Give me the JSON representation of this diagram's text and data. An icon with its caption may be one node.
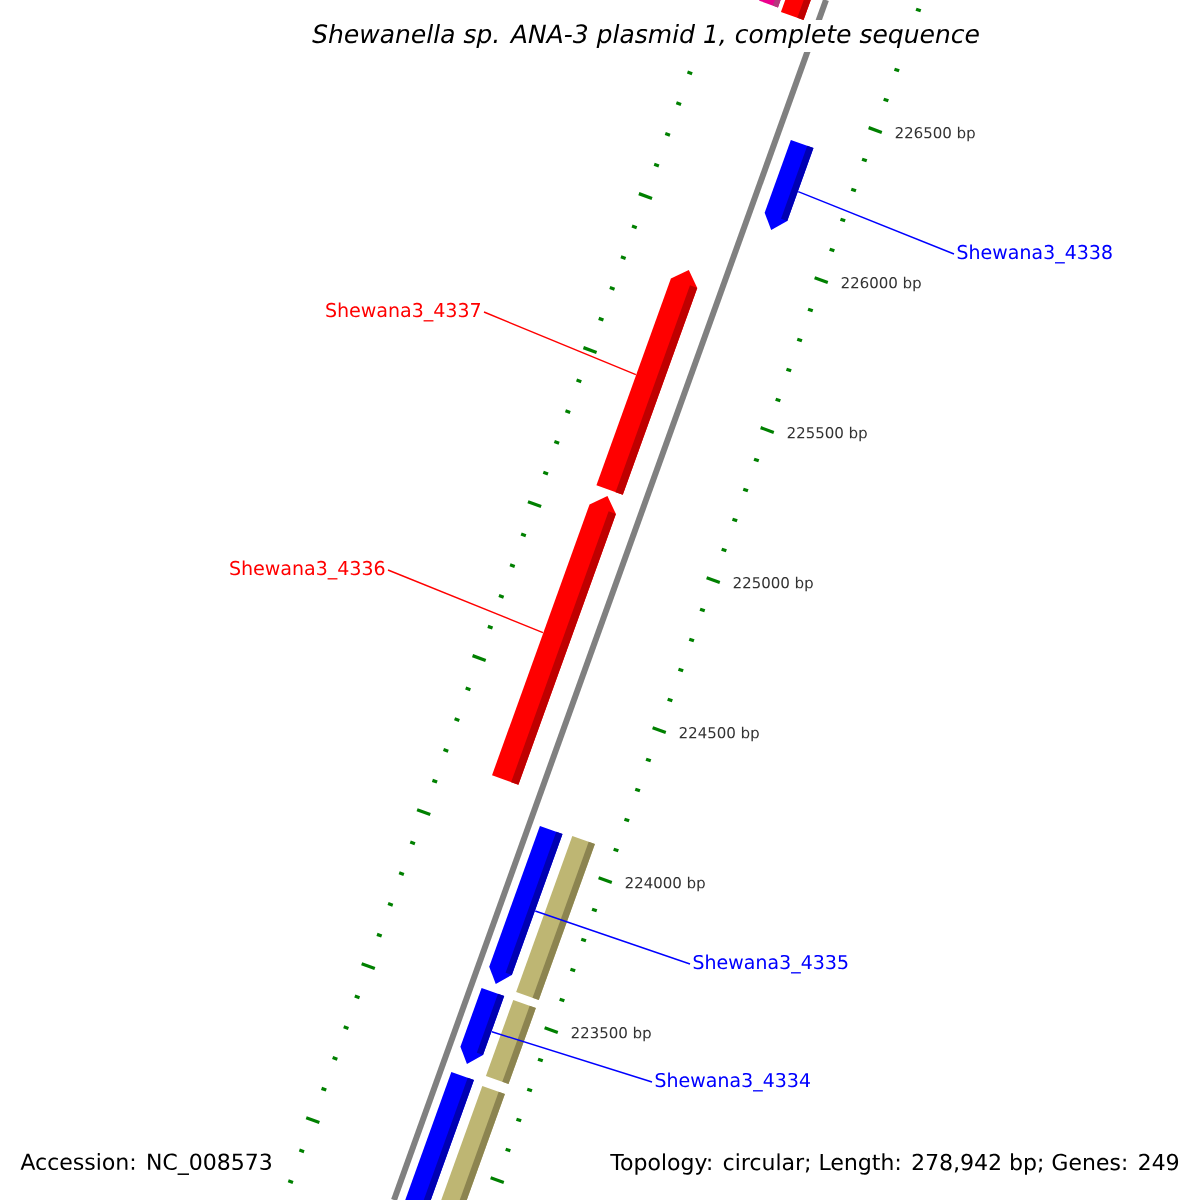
{
  "diagram": {
    "title": "*Shewanella sp.* ANA-3 plasmid 1, complete sequence",
    "nodes": [
      {
        "text": [
          "Shewana3_4338"
        ]
      },
      {
        "text": [],
        "shape": "bar"
      },
      {
        "text": [
          "Shewana3_4337"
        ]
      },
      {
        "text": [],
        "shape": "bar"
      },
      {
        "text": [
          "Shewana3_4336"
        ]
      },
      {
        "text": [],
        "shape": "bar"
      },
      {
        "text": [
          "Shewana3_4335"
        ]
      },
      {
        "text": [],
        "shape": "bar"
      },
      {
        "text": [
          "Shewana3_4334"
        ]
      },
      {
        "text": [],
        "shape": "bar"
      },
      {
        "text": [],
        "shape": "bar"
      },
      {
        "text": [],
        "shape": "bar"
      },
      {
        "text": [],
        "shape": "bar"
      },
      {
        "text": [],
        "shape": "bar"
      },
      {
        "text": [],
        "shape": "bar"
      },
      {
        "text": [],
        "shape": "bar"
      }
    ],
    "edges": [
      {
        "from": 0,
        "to": 1,
        "arrow": "none"
      },
      {
        "from": 2,
        "to": 3,
        "arrow": "none",
        "color": "#ff0000"
      },
      {
        "from": 4,
        "to": 5,
        "arrow": "none",
        "color": "#ff0000"
      },
      {
        "from": 6,
        "to": 7,
        "arrow": "none"
      },
      {
        "from": 8,
        "to": 9,
        "arrow": "none"
      }
    ],
    "labels": [
      "226500 bp",
      "226000 bp",
      "225500 bp",
      "225000 bp",
      "224500 bp",
      "224000 bp",
      "223500 bp",
      "Accession: NC_008573",
      "Topology: circular; Length: 278,942 bp; Genes: 249"
    ]
  }
}
